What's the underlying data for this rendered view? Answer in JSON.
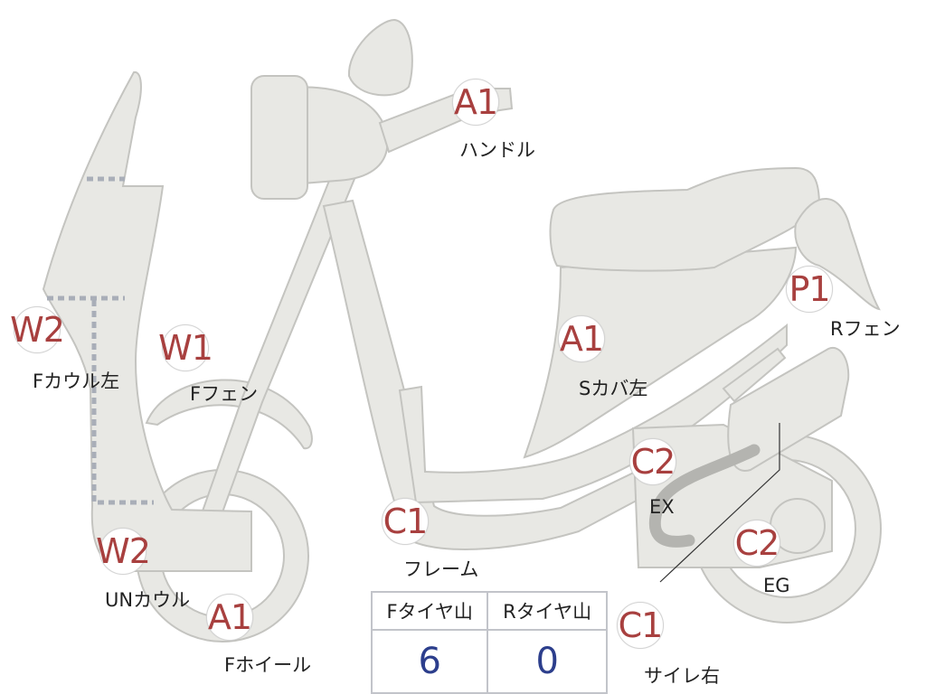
{
  "parts": [
    {
      "id": "handle",
      "grade": "A1",
      "label": "ハンドル"
    },
    {
      "id": "f-cowl-left",
      "grade": "W2",
      "label": "Fカウル左"
    },
    {
      "id": "f-fender",
      "grade": "W1",
      "label": "Fフェン"
    },
    {
      "id": "side-cover-left",
      "grade": "A1",
      "label": "Sカバ左"
    },
    {
      "id": "r-fender",
      "grade": "P1",
      "label": "Rフェン"
    },
    {
      "id": "exhaust",
      "grade": "C2",
      "label": "EX"
    },
    {
      "id": "frame",
      "grade": "C1",
      "label": "フレーム"
    },
    {
      "id": "under-cowl",
      "grade": "W2",
      "label": "UNカウル"
    },
    {
      "id": "engine",
      "grade": "C2",
      "label": "EG"
    },
    {
      "id": "f-wheel",
      "grade": "A1",
      "label": "Fホイール"
    },
    {
      "id": "muffler-right",
      "grade": "C1",
      "label": "サイレ右"
    }
  ],
  "tires": {
    "front_label": "Fタイヤ山",
    "rear_label": "Rタイヤ山",
    "front_value": "6",
    "rear_value": "0"
  },
  "colors": {
    "part_fill": "#e8e8e4",
    "part_stroke": "#c4c4c0",
    "grade_text": "#a8403f",
    "tire_value_text": "#2c3e8c"
  }
}
